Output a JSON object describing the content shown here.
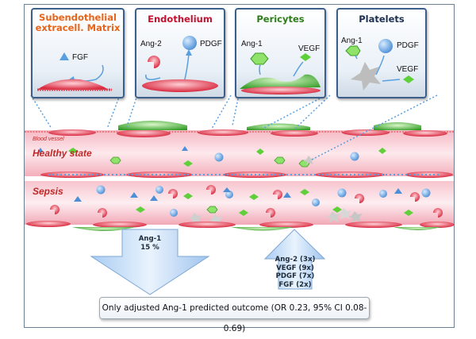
{
  "panels": {
    "matrix": {
      "title_line1": "Subendothelial",
      "title_line2": "extracell. Matrix",
      "fgf": "FGF"
    },
    "endothelium": {
      "title": "Endothelium",
      "ang2": "Ang-2",
      "pdgf": "PDGF"
    },
    "pericytes": {
      "title": "Pericytes",
      "ang1": "Ang-1",
      "vegf": "VEGF"
    },
    "platelets": {
      "title": "Platelets",
      "ang1": "Ang-1",
      "pdgf": "PDGF",
      "vegf": "VEGF"
    }
  },
  "vessel": {
    "small_label": "Blood vessel",
    "healthy_label": "Healthy state",
    "sepsis_label": "Sepsis"
  },
  "arrows": {
    "down": {
      "line1": "Ang-1",
      "line2": "15 %"
    },
    "up": {
      "line1": "Ang-2 (3x)",
      "line2": "VEGF (9x)",
      "line3": "PDGF (7x)",
      "line4": "FGF (2x)"
    }
  },
  "result": "Only adjusted Ang-1 predicted outcome (OR 0.23, 95% CI 0.08-0.69)",
  "colors": {
    "title_matrix": "#e8641b",
    "title_endothelium": "#c8102e",
    "title_pericytes": "#2e7d1a",
    "title_platelets": "#1d3050",
    "vessel_red": "#e05566",
    "factor_blue": "#5aa0e0",
    "factor_green": "#5fcf3a",
    "arrow_blue": "#7fb4ea"
  },
  "icons": [
    "triangle-fgf-icon",
    "red-pacman-ang2-icon",
    "blue-circle-pdgf-icon",
    "green-hexagon-ang1-icon",
    "green-diamond-vegf-icon",
    "platelet-star-icon"
  ]
}
